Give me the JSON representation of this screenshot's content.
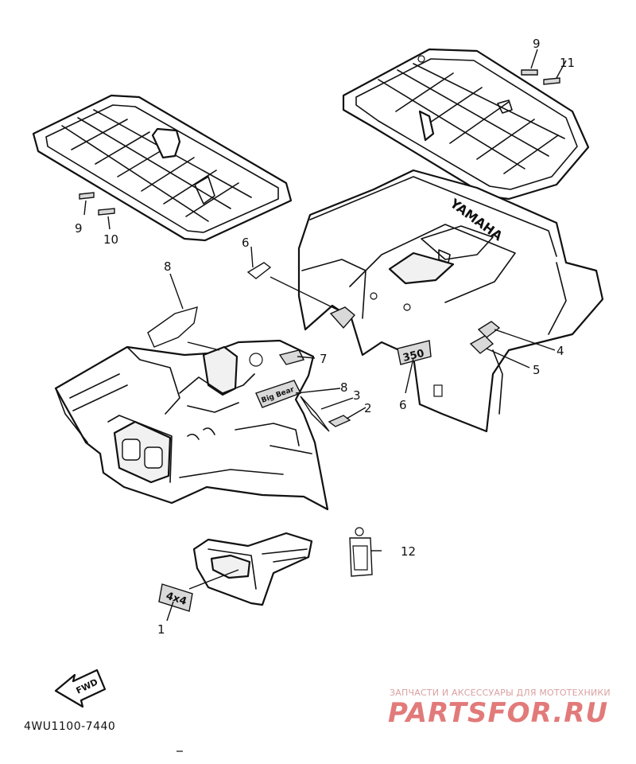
{
  "diagram": {
    "code": "4WU1100-7440",
    "fwd_arrow_label": "FWD",
    "callouts": [
      "1",
      "2",
      "3",
      "4",
      "5",
      "6",
      "6",
      "7",
      "8",
      "8",
      "9",
      "9",
      "10",
      "11",
      "12"
    ],
    "decal_texts": {
      "badge_4x4": "4x4",
      "badge_350": "350",
      "fender_brand": "YAMAHA"
    }
  },
  "watermark": {
    "caption": "ЗАПЧАСТИ И АКСЕССУАРЫ ДЛЯ МОТОТЕХНИКИ",
    "logo": "PARTSFOR.RU",
    "color": "#e27a7a"
  }
}
